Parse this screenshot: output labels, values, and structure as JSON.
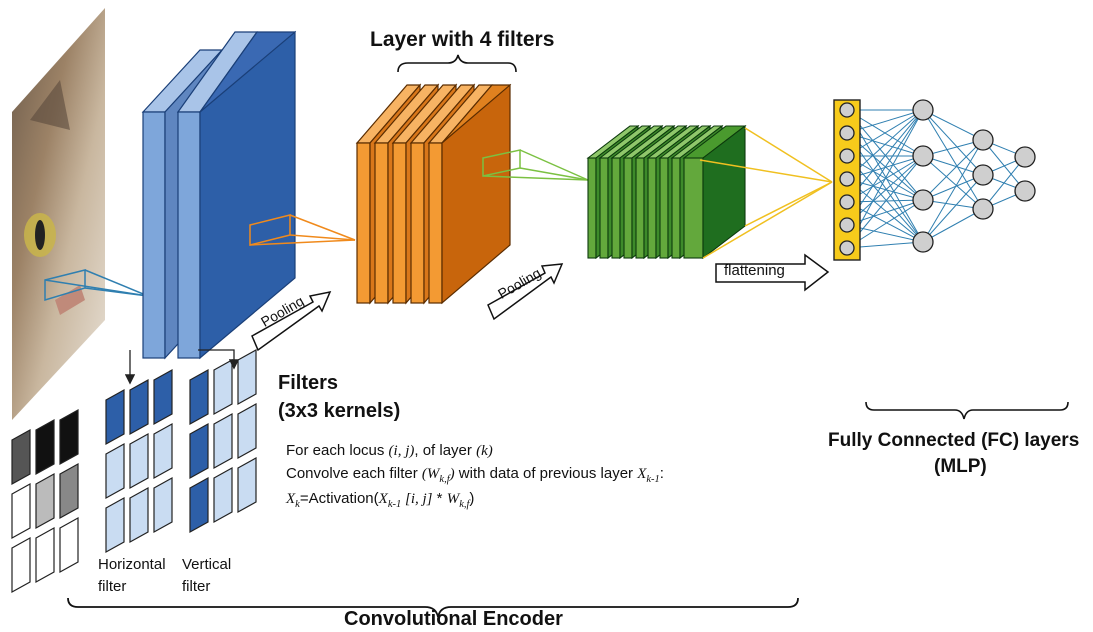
{
  "labels": {
    "layer_title": "Layer with 4 filters",
    "pooling_1": "Pooling",
    "pooling_2": "Pooling",
    "flattening": "flattening",
    "filters_title": "Filters",
    "filters_subtitle": "(3x3 kernels)",
    "horizontal_filter": "Horizontal filter",
    "vertical_filter": "Vertical filter",
    "fc_title_line1": "Fully Connected (FC) layers",
    "fc_title_line2": "(MLP)",
    "encoder_title": "Convolutional Encoder"
  },
  "formula": {
    "line1_prefix": "For each locus ",
    "line1_locus": "(i, j)",
    "line1_mid": ", of layer ",
    "line1_layer": "(k)",
    "line2_prefix": "Convolve each filter ",
    "line2_w": "(W",
    "line2_w_sub": "k,f",
    "line2_w_close": ")",
    "line2_mid": " with data of previous layer ",
    "line2_x": "X",
    "line2_x_sub": "k-1",
    "line2_end": ":",
    "line3_x": "X",
    "line3_x_sub": "k",
    "line3_eq": "=Activation(",
    "line3_x2": "X",
    "line3_x2_sub": "k-1",
    "line3_idx": " [i, j]",
    "line3_op": " * ",
    "line3_w": "W",
    "line3_w_sub": "k,f",
    "line3_close": ")"
  },
  "colors": {
    "blue_face": "#2d5fa8",
    "blue_light": "#7ea6da",
    "orange_face": "#c8650c",
    "orange_light": "#f39a33",
    "green_face": "#1f6e1f",
    "green_light": "#63a83c",
    "node_fill": "#cfcfcf",
    "input_layer_fill": "#f7cb1b",
    "edge_blue": "#2f7fb0",
    "edge_yellow": "#f0c020"
  },
  "icons": [
    "cat-photo-icon",
    "arrow-icon"
  ]
}
